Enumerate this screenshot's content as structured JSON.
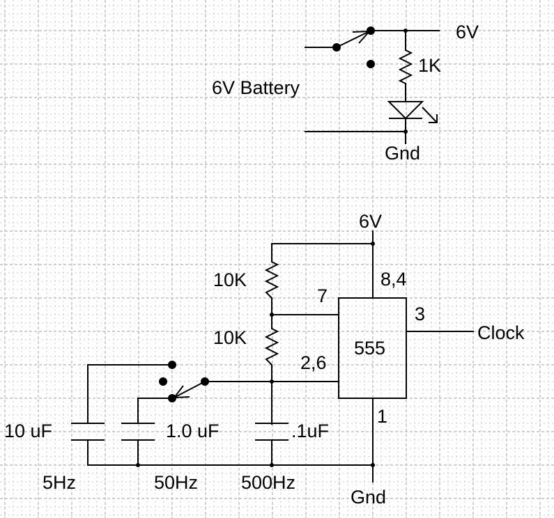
{
  "colors": {
    "background": "#ffffff",
    "ink": "#000000",
    "grid": "#c0c0c0"
  },
  "power_indicator_circuit": {
    "supply_label": "6V",
    "battery_label": "6V Battery",
    "resistor_label": "1K",
    "ground_label": "Gnd",
    "components": [
      "SPDT power switch",
      "1K resistor",
      "LED"
    ]
  },
  "clock_circuit": {
    "supply_label": "6V",
    "ground_label": "Gnd",
    "ic_label": "555",
    "pins": {
      "vcc_reset": "8,4",
      "discharge": "7",
      "trigger_threshold": "2,6",
      "output": "3",
      "ground": "1"
    },
    "output_label": "Clock",
    "resistors": [
      {
        "label": "10K"
      },
      {
        "label": "10K"
      }
    ],
    "capacitors": [
      {
        "label": "10 uF",
        "frequency": "5Hz"
      },
      {
        "label": "1.0 uF",
        "frequency": "50Hz"
      },
      {
        "label": ".1uF",
        "frequency": "500Hz"
      }
    ],
    "components": [
      "3-position selector switch",
      "555 timer"
    ]
  }
}
